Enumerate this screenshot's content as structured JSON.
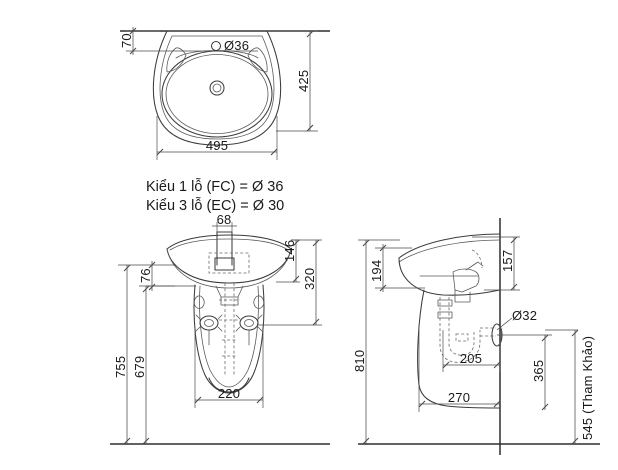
{
  "drawing": {
    "title": "Wall-hung washbasin with half pedestal - technical dimension drawing",
    "units": "mm",
    "line_color": "#3c3c3c",
    "text_color": "#1a1a1a",
    "background": "#ffffff"
  },
  "notes": {
    "line1": "Kiểu 1 lỗ (FC) = Ø 36",
    "line2": "Kiểu 3 lỗ (EC) = Ø 30"
  },
  "views": {
    "top": {
      "name": "Top view",
      "dimensions": {
        "depth_to_hole": "70",
        "tap_hole_diameter": "Ø36",
        "overall_depth": "425",
        "overall_width": "495"
      }
    },
    "front": {
      "name": "Front view",
      "dimensions": {
        "faucet_width": "68",
        "bowl_height": "146",
        "basin_total_height": "320",
        "rim_offset": "76",
        "overall_height": "755",
        "mounting_height": "679",
        "pedestal_width": "220"
      }
    },
    "side": {
      "name": "Side view",
      "dimensions": {
        "bowl_depth_front": "194",
        "rim_to_wall": "157",
        "overall_height": "810",
        "trap_offset": "205",
        "projection": "270",
        "waste_diameter": "Ø32",
        "waste_height": "365",
        "reference_height": "545 (Tham Khảo)"
      }
    }
  }
}
